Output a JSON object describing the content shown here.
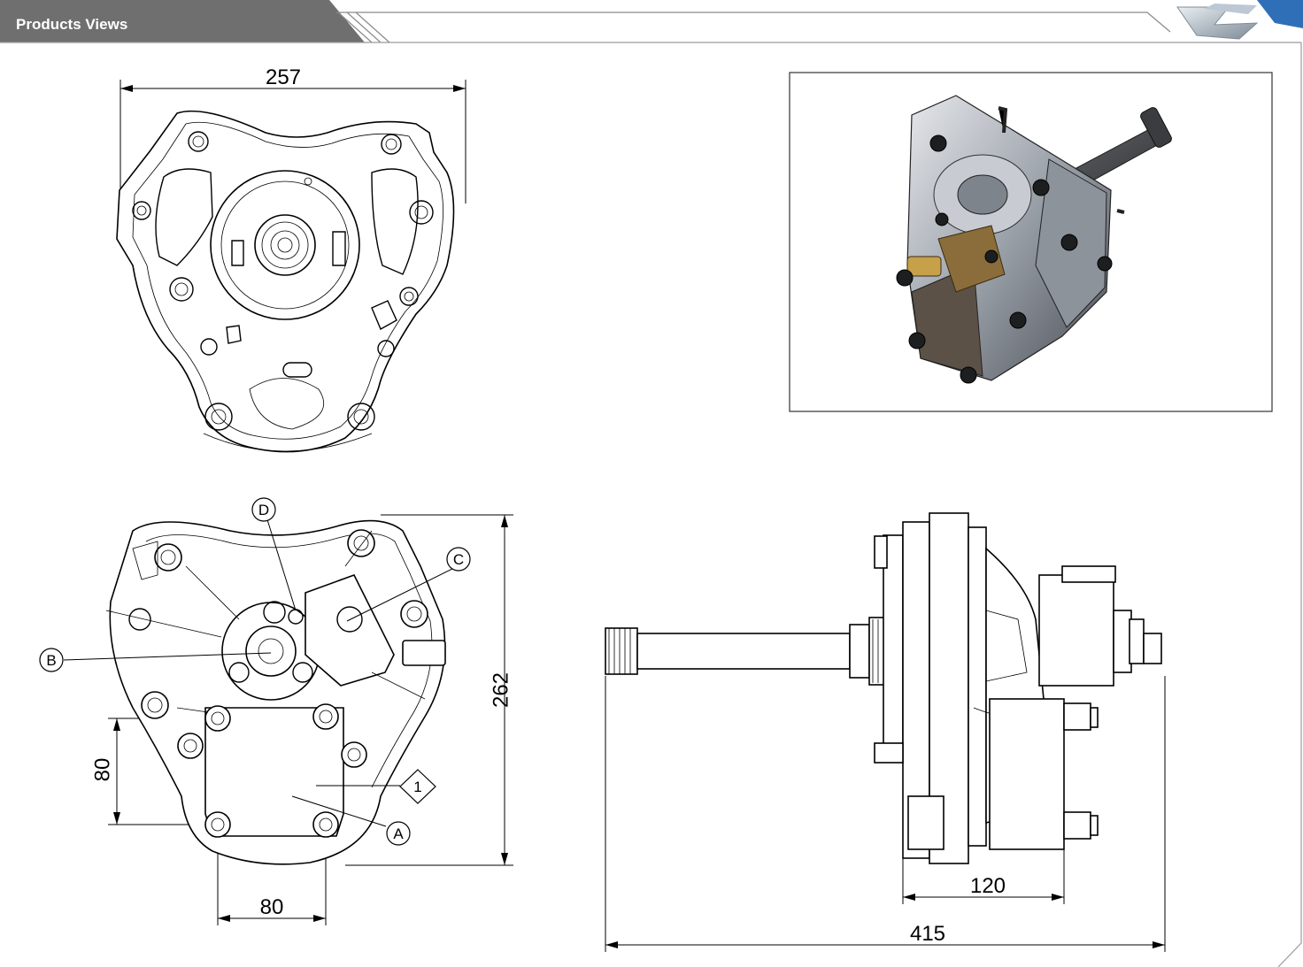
{
  "header": {
    "title": "Products Views"
  },
  "dimensions": {
    "top_width": "257",
    "front_height": "262",
    "front_offset_v": "80",
    "front_offset_h": "80",
    "side_body": "120",
    "side_overall": "415"
  },
  "callouts": {
    "a": "A",
    "b": "B",
    "c": "C",
    "d": "D",
    "item_1": "1"
  },
  "colors": {
    "header_bar": "#6f6f6f",
    "frame": "#9a9a9a",
    "line": "#000000"
  }
}
